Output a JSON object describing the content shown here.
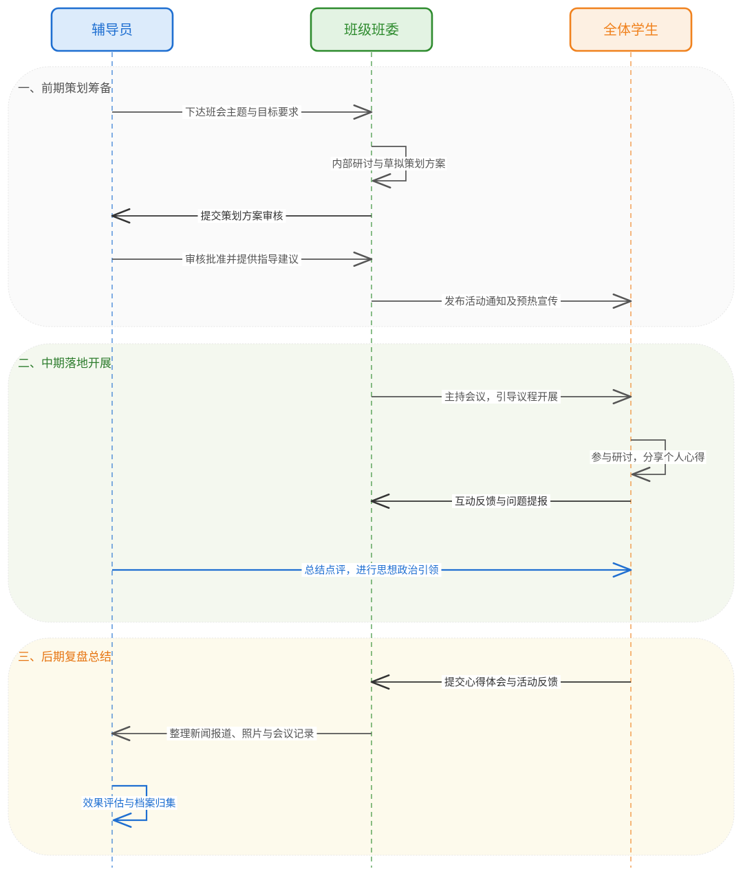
{
  "participants": [
    {
      "name": "辅导员",
      "color": "#1f6fd1",
      "fill": "#dcebfb"
    },
    {
      "name": "班级班委",
      "color": "#2e8b2e",
      "fill": "#e3f3e3"
    },
    {
      "name": "全体学生",
      "color": "#f0821e",
      "fill": "#fdf0e2"
    }
  ],
  "sections": [
    {
      "title": "一、前期策划筹备",
      "color": "#555555",
      "bg": "#fafafa"
    },
    {
      "title": "二、中期落地开展",
      "color": "#2e7d2e",
      "bg": "#f4f8ef"
    },
    {
      "title": "三、后期复盘总结",
      "color": "#e67512",
      "bg": "#fdfaec"
    }
  ],
  "messages": [
    {
      "from": 0,
      "to": 1,
      "text": "下达班会主题与目标要求",
      "color": "#555555"
    },
    {
      "from": 1,
      "to": 1,
      "text": "内部研讨与草拟策划方案",
      "color": "#555555"
    },
    {
      "from": 1,
      "to": 0,
      "text": "提交策划方案审核",
      "color": "#333333"
    },
    {
      "from": 0,
      "to": 1,
      "text": "审核批准并提供指导建议",
      "color": "#555555"
    },
    {
      "from": 1,
      "to": 2,
      "text": "发布活动通知及预热宣传",
      "color": "#555555"
    },
    {
      "from": 1,
      "to": 2,
      "text": "主持会议，引导议程开展",
      "color": "#555555"
    },
    {
      "from": 2,
      "to": 2,
      "text": "参与研讨，分享个人心得",
      "color": "#555555"
    },
    {
      "from": 2,
      "to": 1,
      "text": "互动反馈与问题提报",
      "color": "#333333"
    },
    {
      "from": 0,
      "to": 2,
      "text": "总结点评，进行思想政治引领",
      "color": "#1f6fd1"
    },
    {
      "from": 2,
      "to": 1,
      "text": "提交心得体会与活动反馈",
      "color": "#333333"
    },
    {
      "from": 1,
      "to": 0,
      "text": "整理新闻报道、照片与会议记录",
      "color": "#555555"
    },
    {
      "from": 0,
      "to": 0,
      "text": "效果评估与档案归集",
      "color": "#1f6fd1"
    }
  ]
}
